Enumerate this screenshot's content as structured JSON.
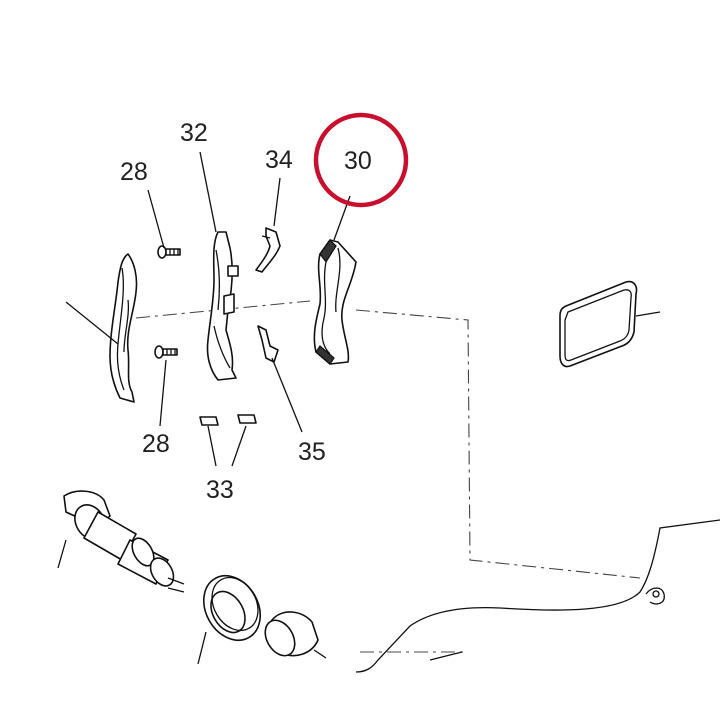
{
  "callouts": {
    "label_28_top": "28",
    "label_32": "32",
    "label_34": "34",
    "label_30": "30",
    "label_28_bottom": "28",
    "label_35": "35",
    "label_33": "33"
  },
  "highlight": {
    "target_label": "30",
    "color": "#c8102e"
  }
}
